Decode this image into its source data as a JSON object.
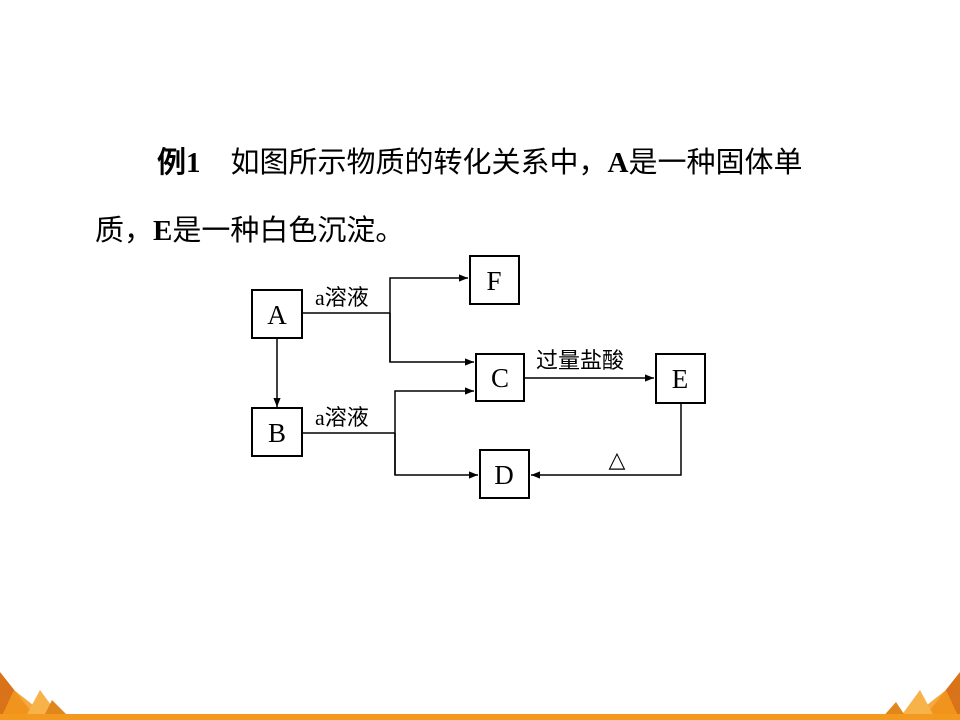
{
  "question": {
    "example_label": "例1",
    "line1": "如图所示物质的转化关系中，",
    "a_letter": "A",
    "line1_rest": "是一种固体单",
    "line2_start": "质，",
    "e_letter": "E",
    "line2_rest": "是一种白色沉淀。"
  },
  "diagram": {
    "nodes": {
      "A": "A",
      "B": "B",
      "C": "C",
      "D": "D",
      "E": "E",
      "F": "F"
    },
    "edge_labels": {
      "a_solution_top": "a溶液",
      "a_solution_bottom": "a溶液",
      "excess_hcl": "过量盐酸",
      "heat": "△"
    }
  },
  "theme": {
    "accent_orange": "#f39a1e",
    "accent_dark": "#d9731a"
  }
}
